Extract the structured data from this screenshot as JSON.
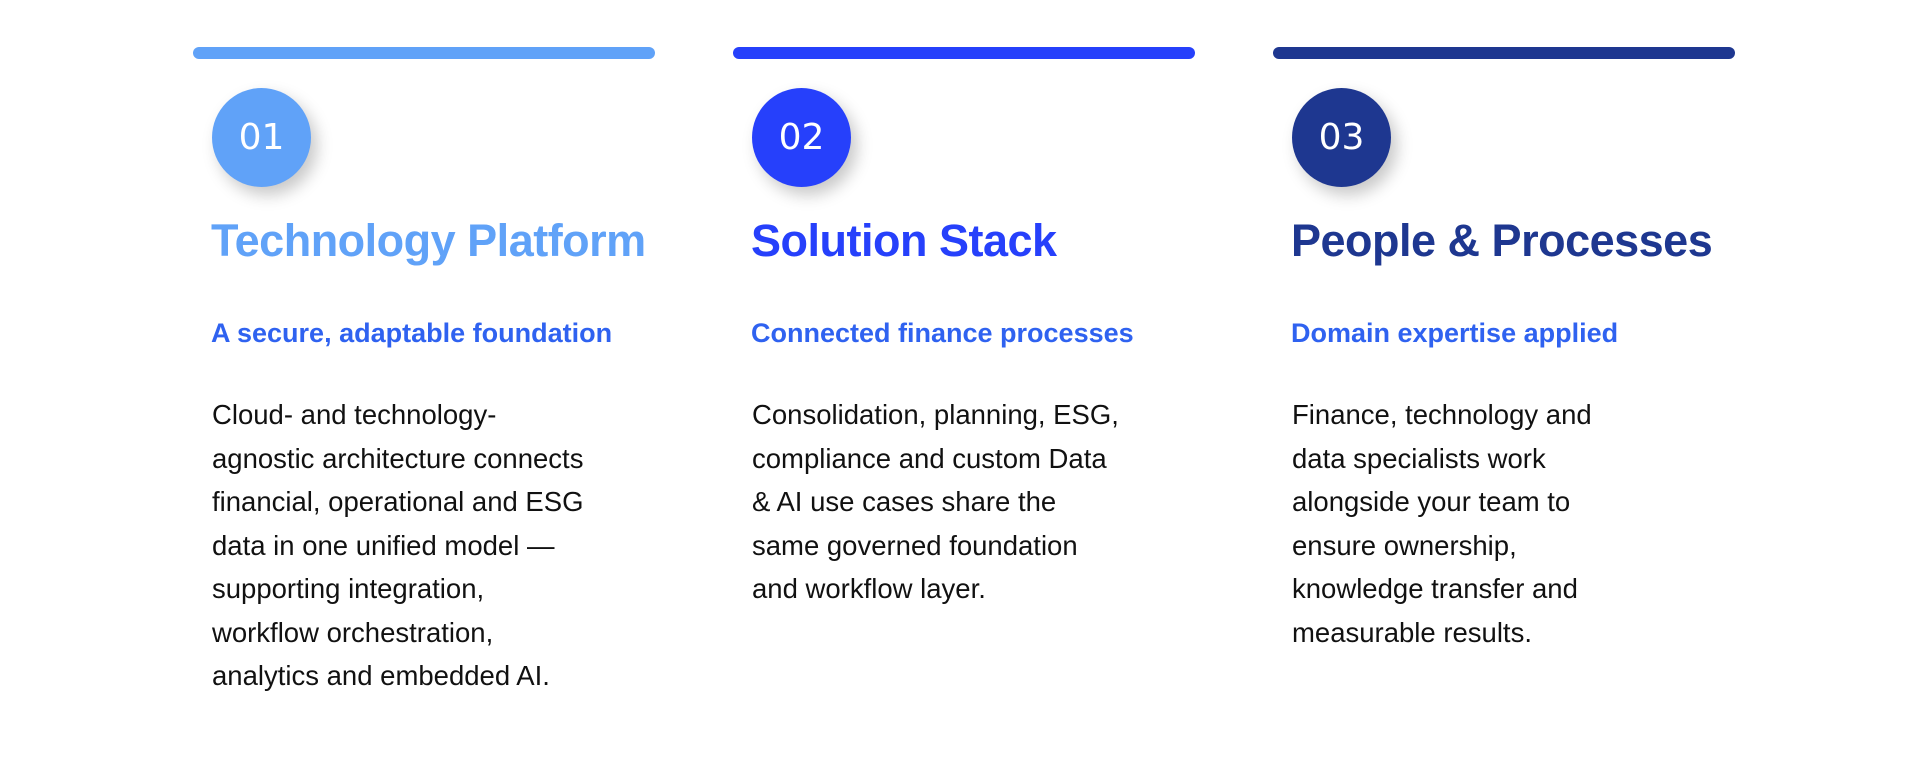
{
  "colors": {
    "light_blue": "#60a2f8",
    "bright_blue": "#2640fb",
    "navy": "#1e3790",
    "subtitle_blue": "#2f62f0",
    "body_text": "#111111"
  },
  "columns": [
    {
      "number": "01",
      "title": "Technology Platform",
      "subtitle": "A secure, adaptable foundation",
      "body": "Cloud- and technology-agnostic architecture connects financial, operational and ESG data in one unified model — supporting integration, workflow orchestration, analytics and embedded AI.",
      "accent_color": "#60a2f8"
    },
    {
      "number": "02",
      "title": "Solution Stack",
      "subtitle": "Connected finance processes",
      "body": "Consolidation, planning, ESG, compliance and custom Data & AI use cases share the same governed foundation and workflow layer.",
      "accent_color": "#2640fb"
    },
    {
      "number": "03",
      "title": "People & Processes",
      "subtitle": "Domain expertise applied",
      "body": "Finance, technology and data specialists work alongside your team to ensure ownership, knowledge transfer and measurable results.",
      "accent_color": "#1e3790"
    }
  ]
}
